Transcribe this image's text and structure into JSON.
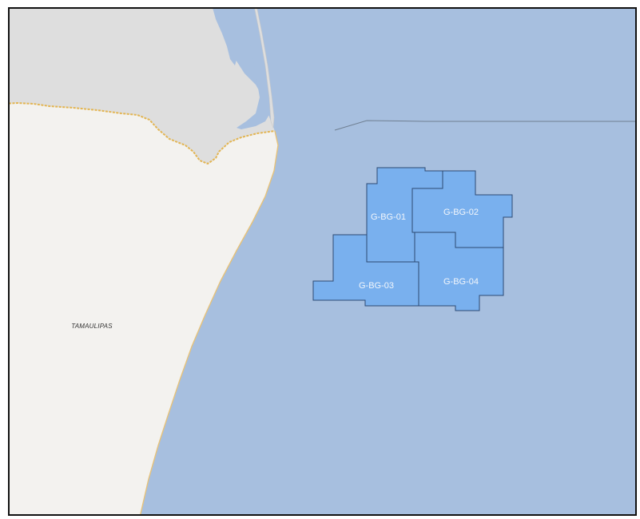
{
  "map": {
    "region_label": "TAMAULIPAS",
    "blocks": [
      {
        "id": "G-BG-01"
      },
      {
        "id": "G-BG-02"
      },
      {
        "id": "G-BG-03"
      },
      {
        "id": "G-BG-04"
      }
    ],
    "colors": {
      "sea": "#a7bfdf",
      "mexico_land": "#f3f2ef",
      "usa_land": "#dedede",
      "block_fill": "#79b0ee",
      "block_stroke": "#2d4a73",
      "border_line": "#e3b552",
      "coast_line": "#e6c27a",
      "maritime_boundary": "#6f7f92"
    }
  }
}
